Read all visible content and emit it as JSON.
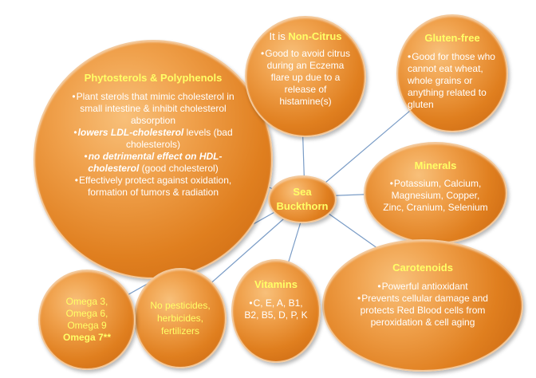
{
  "center": {
    "line1": "Sea",
    "line2": "Buckthorn"
  },
  "phytosterols": {
    "title": "Phytosterols & Polyphenols",
    "bullets": [
      {
        "pre": "Plant sterols that mimic cholesterol in small intestine & inhibit cholesterol absorption",
        "em": "",
        "post": ""
      },
      {
        "pre": "",
        "em": "lowers LDL-cholesterol",
        "post": " levels (bad cholesterols)"
      },
      {
        "pre": "",
        "em": "no detrimental effect on HDL-cholesterol",
        "post": " (good cholesterol)"
      },
      {
        "pre": "Effectively protect against oxidation, formation of tumors & radiation",
        "em": "",
        "post": ""
      }
    ]
  },
  "non_citrus": {
    "title_prefix": "It is ",
    "title": "Non-Citrus",
    "bullet": "Good to avoid citrus during an Eczema flare up due to a release of histamine(s)"
  },
  "gluten_free": {
    "title": "Gluten-free",
    "bullet": "Good for those who cannot eat wheat, whole grains or anything related to gluten"
  },
  "minerals": {
    "title": "Minerals",
    "bullet": "Potassium, Calcium, Magnesium, Copper, Zinc, Cranium, Selenium"
  },
  "carotenoids": {
    "title": "Carotenoids",
    "bullets": [
      "Powerful antioxidant",
      "Prevents cellular damage and protects Red Blood cells from peroxidation & cell aging"
    ]
  },
  "vitamins": {
    "title": "Vitamins",
    "bullet": "C, E, A, B1, B2, B5, D, P, K"
  },
  "no_pesticides": {
    "text": "No pesticides, herbicides, fertilizers"
  },
  "omega": {
    "lines": [
      "Omega 3,",
      "Omega 6,",
      "Omega 9"
    ],
    "bold_line": "Omega 7**"
  },
  "colors": {
    "bubble_orange": "#e8892b",
    "highlight_yellow": "#ffff66",
    "connector": "#7a9cc6",
    "text_white": "#ffffff"
  }
}
